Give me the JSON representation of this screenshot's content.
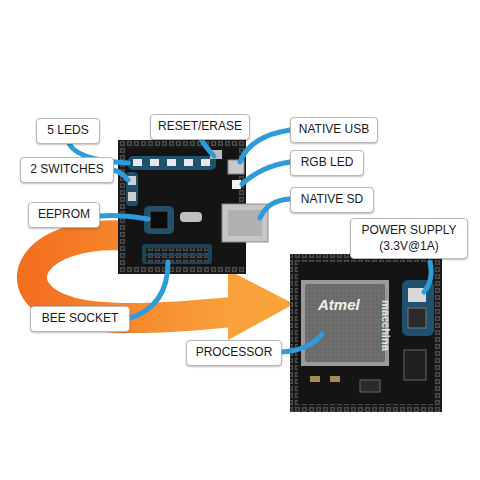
{
  "diagram": {
    "nodes": [
      {
        "text": [
          "5 LEDS"
        ]
      },
      {
        "text": [
          "RESET/ERASE"
        ]
      },
      {
        "text": [
          "NATIVE USB"
        ]
      },
      {
        "text": [
          "2 SWITCHES"
        ]
      },
      {
        "text": [
          "RGB LED"
        ]
      },
      {
        "text": [
          "NATIVE SD"
        ]
      },
      {
        "text": [
          "EEPROM"
        ]
      },
      {
        "text": [
          "POWER SUPPLY (3.3V@1A)"
        ]
      },
      {
        "text": [
          "BEE SOCKET"
        ]
      },
      {
        "text": [
          "PROCESSOR"
        ]
      }
    ],
    "labels": [
      "Atmel",
      "macchina"
    ]
  }
}
